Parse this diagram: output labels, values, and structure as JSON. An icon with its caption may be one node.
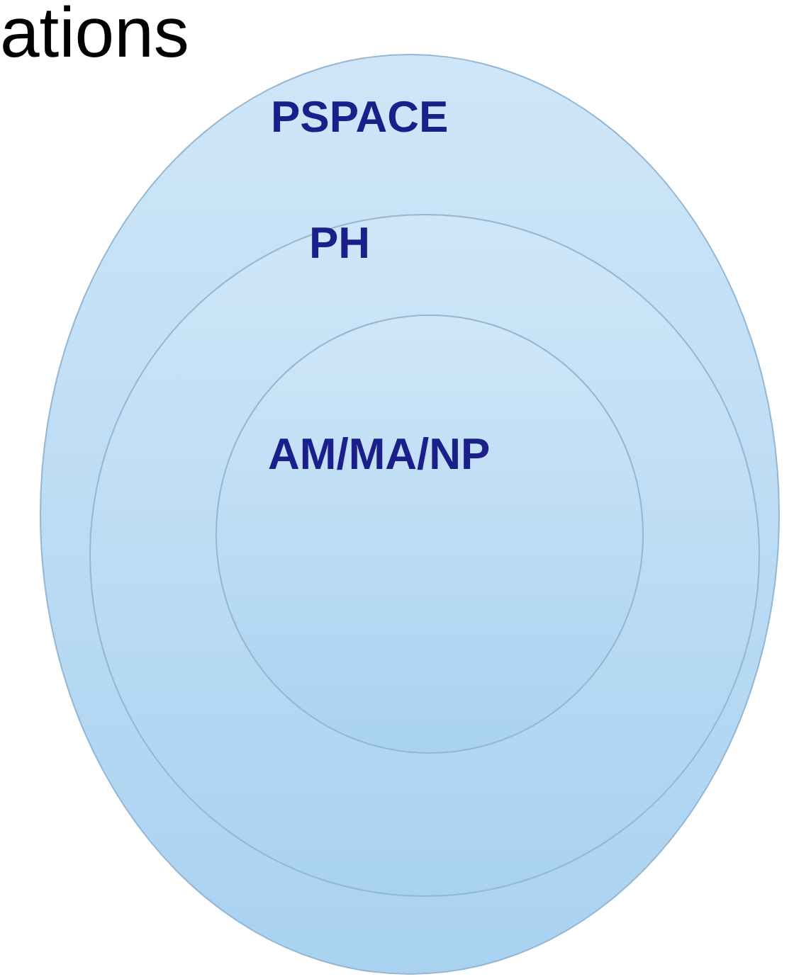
{
  "diagram": {
    "nodes": [
      {
        "text": [
          "PSPACE"
        ]
      },
      {
        "text": [
          "PH"
        ],
        "in": 0
      },
      {
        "text": [
          "AM/MA/NP"
        ],
        "in": 1
      }
    ],
    "labels": [
      "ations"
    ]
  }
}
